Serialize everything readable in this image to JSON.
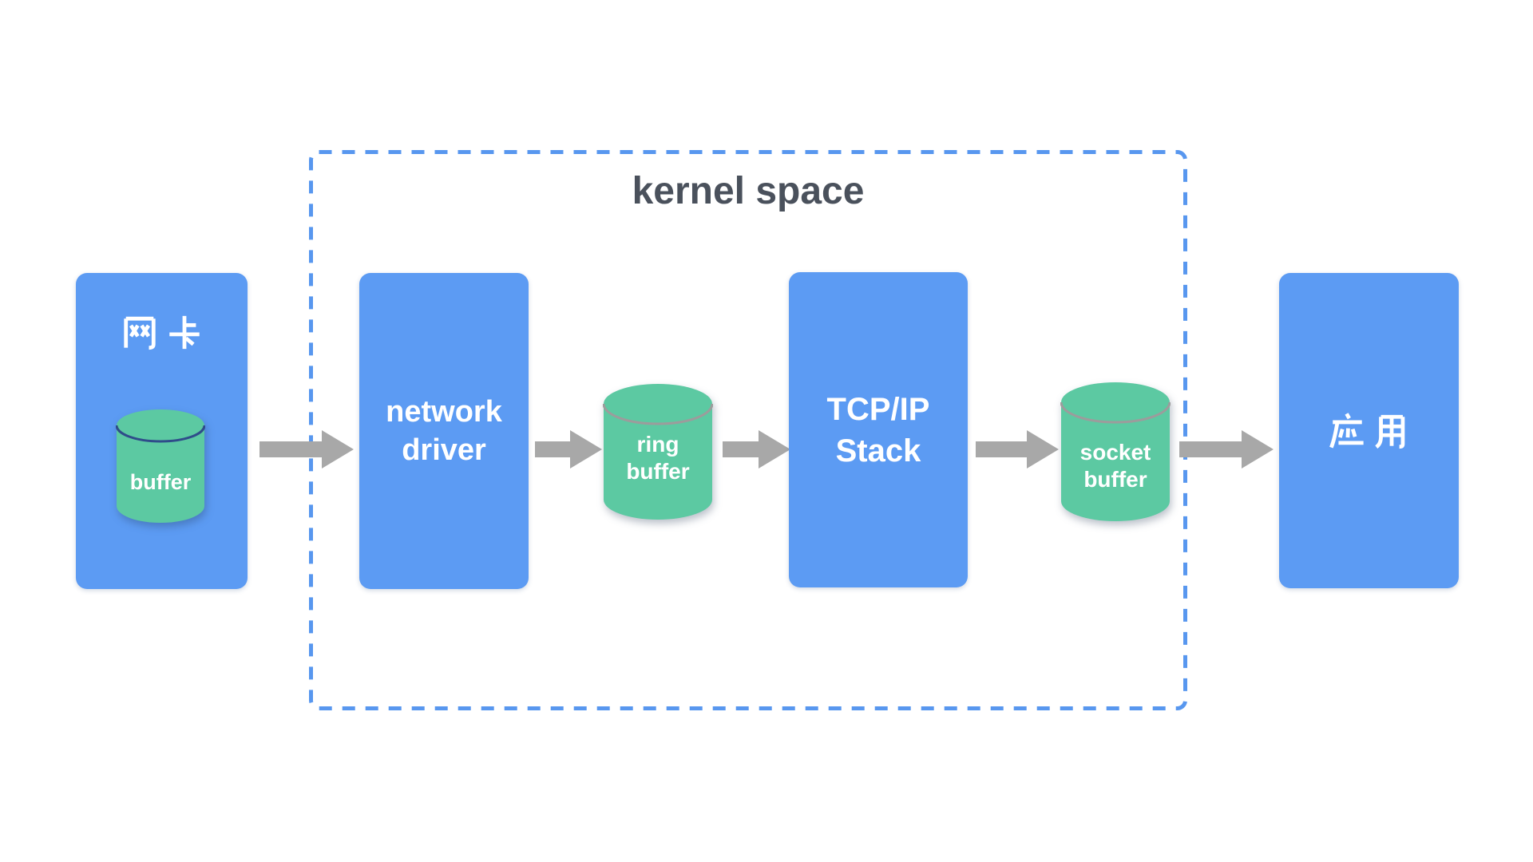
{
  "kernel_space": {
    "label": "kernel space"
  },
  "nodes": {
    "nic": {
      "label": "网卡",
      "buffer": {
        "label": "buffer"
      }
    },
    "network_driver": {
      "line1": "network",
      "line2": "driver"
    },
    "ring_buffer": {
      "line1": "ring",
      "line2": "buffer"
    },
    "tcpip_stack": {
      "line1": "TCP/IP",
      "line2": "Stack"
    },
    "socket_buffer": {
      "line1": "socket",
      "line2": "buffer"
    },
    "app": {
      "label": "应用"
    }
  },
  "flow": [
    "网卡",
    "network driver",
    "ring buffer",
    "TCP/IP Stack",
    "socket buffer",
    "应用"
  ],
  "colors": {
    "box_blue": "#5C9BF3",
    "cylinder_green": "#5CC9A2",
    "arrow_gray": "#A8A8A8",
    "kernel_dash_blue": "#5897EF",
    "kernel_title_text": "#4A515C",
    "nic_buffer_ring_stroke": "#2F4C8A",
    "kernel_buffer_ring_stroke": "#9C9C9C"
  }
}
